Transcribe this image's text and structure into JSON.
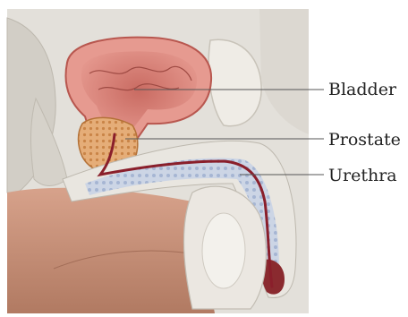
{
  "labels": {
    "bladder": "Bladder",
    "prostate": "Prostate",
    "urethra": "Urethra"
  },
  "colors": {
    "background": "#ffffff",
    "skin": "#c49077",
    "bone": "#e6e2da",
    "tissue": "#d9d6d0",
    "bladder_wall": "#d97b74",
    "bladder_lumen": "#b0584f",
    "prostate": "#e0a46a",
    "urethra": "#8a1f2b",
    "erectile_tissue": "#aebcd6",
    "leader_line": "#555555",
    "label_text": "#222222"
  }
}
